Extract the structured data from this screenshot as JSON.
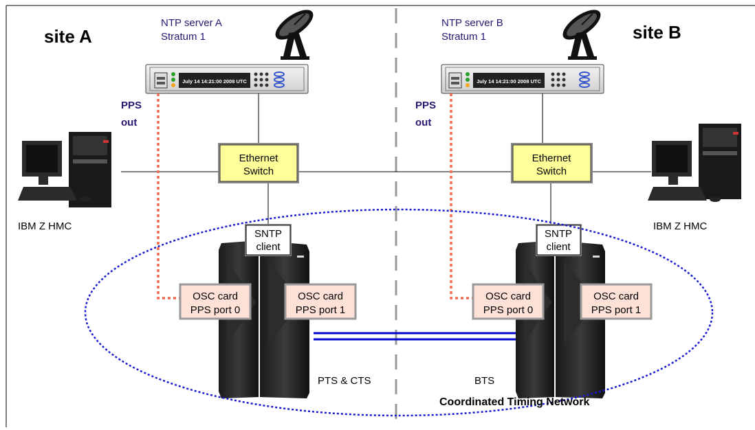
{
  "sites": {
    "a": "site A",
    "b": "site B"
  },
  "ntp_server_a": {
    "name": "NTP server A",
    "stratum": "Stratum 1",
    "display": "July 14 14:21:00 2008 UTC"
  },
  "ntp_server_b": {
    "name": "NTP server B",
    "stratum": "Stratum 1",
    "display": "July 14 14:21:00 2008 UTC"
  },
  "pps_out": {
    "line1": "PPS",
    "line2": "out"
  },
  "switch": {
    "line1": "Ethernet",
    "line2": "Switch"
  },
  "hmc": {
    "label": "IBM Z HMC"
  },
  "sntp": {
    "line1": "SNTP",
    "line2": "client"
  },
  "osc": {
    "card": "OSC card",
    "port0": "PPS port 0",
    "port1": "PPS port 1"
  },
  "roles": {
    "left": "PTS & CTS",
    "right": "BTS"
  },
  "network": {
    "name": "Coordinated Timing Network"
  },
  "colors": {
    "text_label": "#2a1670",
    "pps_line": "#f26a50",
    "ctn_ellipse": "#1a1ad0",
    "link_blue": "#0000cc",
    "switch_fill": "#ffff99",
    "osc_fill": "#fde0d6",
    "osc_border": "#999999"
  }
}
